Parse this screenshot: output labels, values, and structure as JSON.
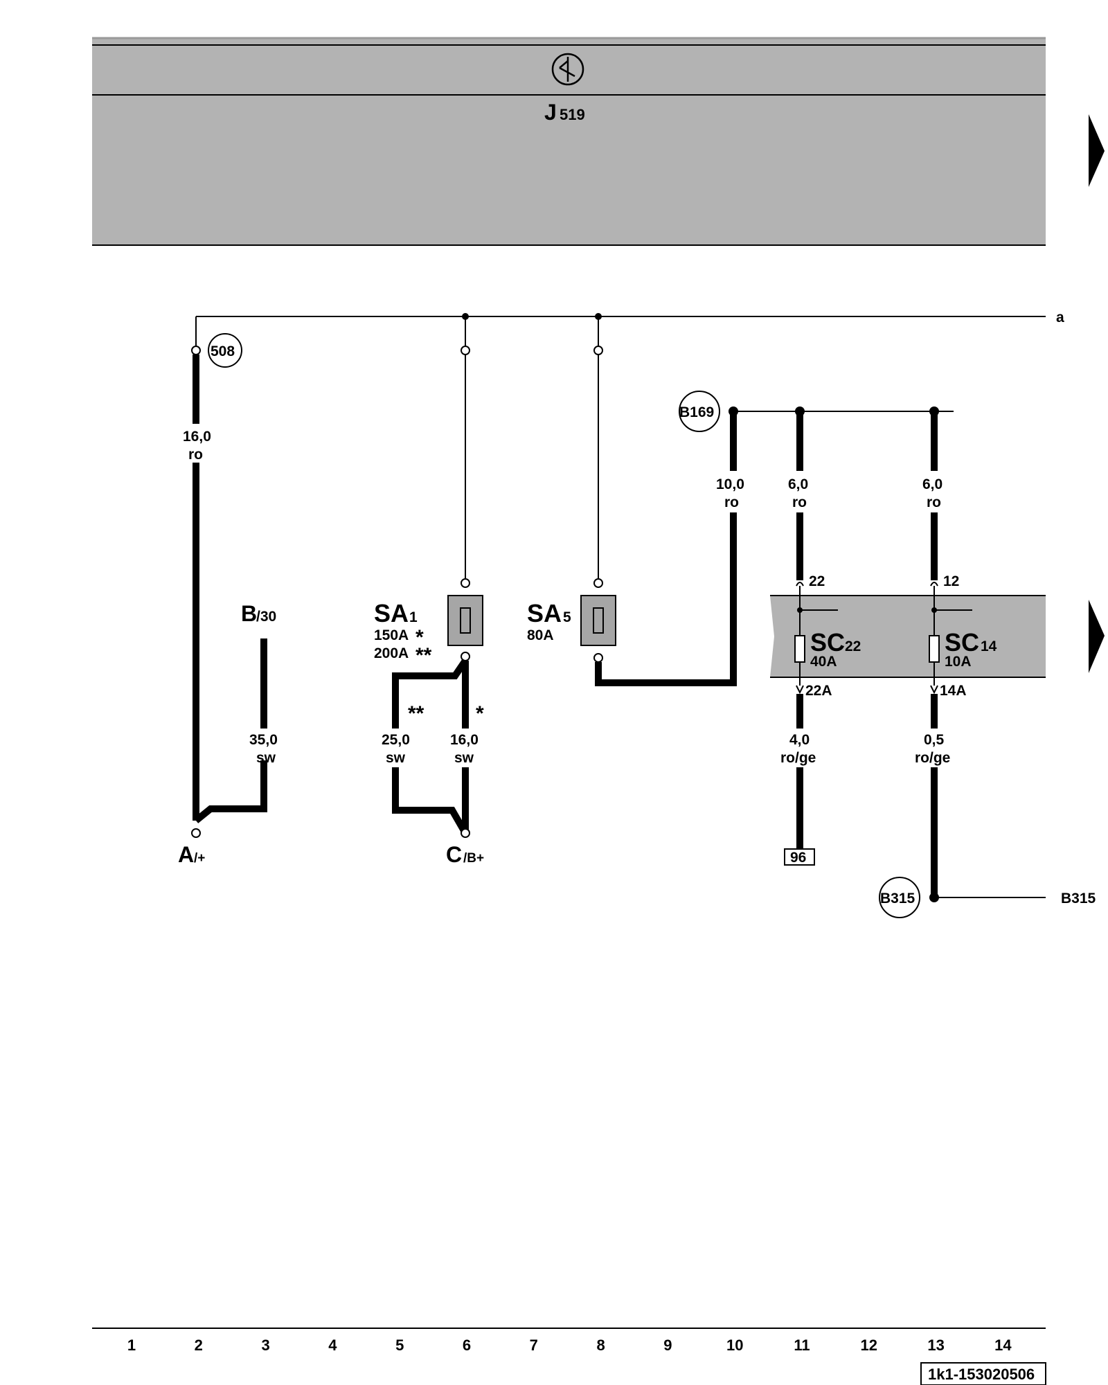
{
  "header": {
    "component": "J",
    "component_sub": "519"
  },
  "wires": {
    "w1": {
      "size": "16,0",
      "color": "ro"
    },
    "w2": {
      "size": "35,0",
      "color": "sw"
    },
    "w3": {
      "size": "25,0",
      "color": "sw"
    },
    "w4": {
      "size": "16,0",
      "color": "sw"
    },
    "w5": {
      "size": "10,0",
      "color": "ro"
    },
    "w6": {
      "size": "6,0",
      "color": "ro"
    },
    "w7": {
      "size": "6,0",
      "color": "ro"
    },
    "w8": {
      "size": "4,0",
      "color": "ro/ge"
    },
    "w9": {
      "size": "0,5",
      "color": "ro/ge"
    }
  },
  "connectors": {
    "c508": "508",
    "b169": "B169",
    "b315": "B315",
    "b315_out": "B315",
    "line_a": "a"
  },
  "terminals": {
    "a_main": "A",
    "a_sub": "/+",
    "b_main": "B",
    "b_sub": "/30",
    "c_main": "C",
    "c_sub": "/B+"
  },
  "fuses": {
    "sa1_main": "SA",
    "sa1_sub": "1",
    "sa1_rating1": "150A",
    "sa1_star1": "*",
    "sa1_rating2": "200A",
    "sa1_star2": "**",
    "sa5_main": "SA",
    "sa5_sub": "5",
    "sa5_rating": "80A",
    "sc22_main": "SC",
    "sc22_sub": "22",
    "sc22_rating": "40A",
    "sc14_main": "SC",
    "sc14_sub": "14",
    "sc14_rating": "10A"
  },
  "pins": {
    "p22_in": "22",
    "p12_in": "12",
    "p22_out": "22A",
    "p14_out": "14A",
    "ref96": "96"
  },
  "marks": {
    "double_star": "**",
    "single_star": "*"
  },
  "grid_numbers": [
    "1",
    "2",
    "3",
    "4",
    "5",
    "6",
    "7",
    "8",
    "9",
    "10",
    "11",
    "12",
    "13",
    "14"
  ],
  "footer": {
    "diagram_id": "1k1-153020506"
  }
}
